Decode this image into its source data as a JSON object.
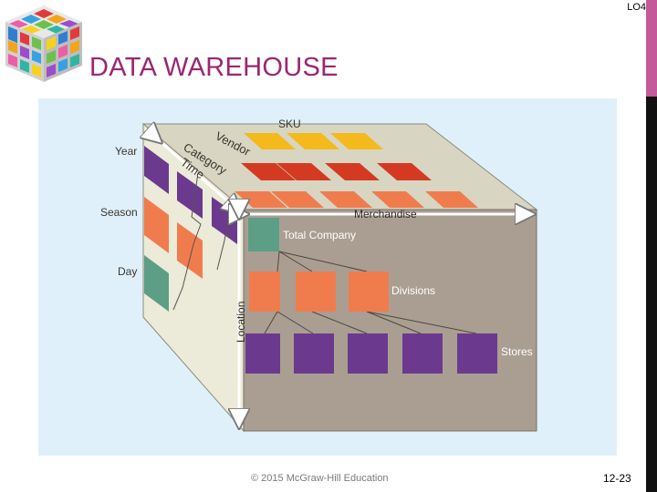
{
  "slide": {
    "tag": "LO4",
    "title": "DATA WAREHOUSE",
    "copyright": "© 2015 McGraw-Hill Education",
    "page": "12-23"
  },
  "colors": {
    "title": "#9b2670",
    "background_panel": "#dff0fa",
    "cube_front": "#aa9e92",
    "cube_top": "#d8d5c2",
    "cube_side": "#ecead8",
    "purple": "#6b3a8e",
    "orange": "#f07c4e",
    "teal": "#5d9e86",
    "red": "#d43a22",
    "yellow": "#f4b91c"
  },
  "diagram": {
    "top_axis": {
      "sku": "SKU",
      "vendor": "Vendor",
      "category": "Category",
      "merchandise": "Merchandise"
    },
    "side_axis": {
      "year": "Year",
      "season": "Season",
      "day": "Day",
      "time": "Time"
    },
    "front_axis": {
      "location": "Location",
      "total_company": "Total Company",
      "divisions": "Divisions",
      "stores": "Stores"
    }
  }
}
